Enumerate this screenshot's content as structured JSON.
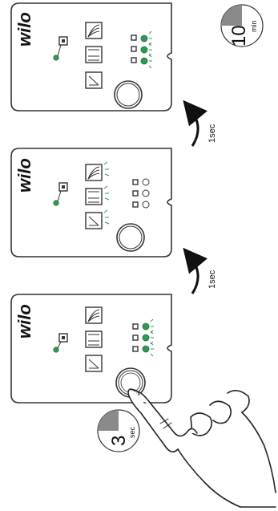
{
  "panels": [
    {
      "brand": "wilo"
    },
    {
      "brand": "wilo"
    },
    {
      "brand": "wilo"
    }
  ],
  "steps": [
    {
      "delay_label": "1sec"
    },
    {
      "delay_label": "1sec"
    }
  ],
  "timers": {
    "hold": {
      "number": "3",
      "unit": "sec"
    },
    "run": {
      "number": "10",
      "unit": "min"
    }
  },
  "colors": {
    "led_on": "#2f9a58",
    "outline": "#333333"
  }
}
